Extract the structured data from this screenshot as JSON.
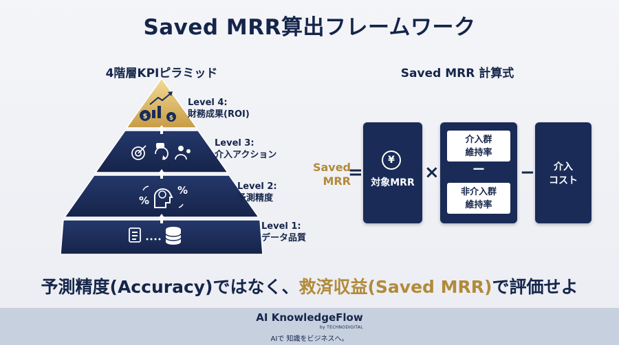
{
  "title": "Saved MRR算出フレームワーク",
  "pyramid": {
    "title": "4階層KPIピラミッド",
    "levels": [
      {
        "level": "Level 4:",
        "name": "財務成果(ROI)"
      },
      {
        "level": "Level 3:",
        "name": "介入アクション"
      },
      {
        "level": "Level 2:",
        "name": "予測精度"
      },
      {
        "level": "Level 1:",
        "name": "データ品質"
      }
    ]
  },
  "formula": {
    "title": "Saved MRR 計算式",
    "lhs": [
      "Saved",
      "MRR"
    ],
    "equals": "=",
    "times": "×",
    "minus": "−",
    "inner_minus": "ー",
    "target_mrr": {
      "icon_glyph": "¥",
      "label": "対象MRR"
    },
    "treatment_rate": [
      "介入群",
      "維持率"
    ],
    "control_rate": [
      "非介入群",
      "維持率"
    ],
    "cost": [
      "介入",
      "コスト"
    ]
  },
  "tagline": {
    "part1": "予測精度(Accuracy)ではなく、",
    "highlight": "救済収益(Saved MRR)",
    "part2": "で評価せよ"
  },
  "footer": {
    "brand": "AI KnowledgeFlow",
    "by": "by TECHNODIGITAL",
    "slogan": "AIで 知識をビジネスへ。"
  },
  "colors": {
    "navy": "#1a2b57",
    "gold": "#b28a3a",
    "footer_bg": "#c6d0de"
  }
}
